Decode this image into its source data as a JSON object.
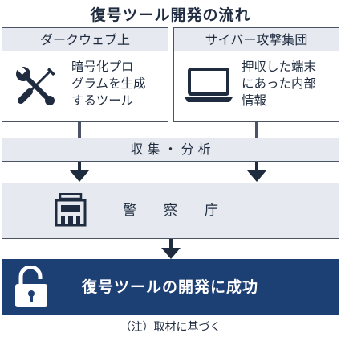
{
  "title": "復号ツール開発の流れ",
  "sources": {
    "left": {
      "label": "ダークウェブ上",
      "lines": [
        "暗号化プロ",
        "グラムを生成",
        "するツール"
      ],
      "icon": "wrench-screwdriver-icon"
    },
    "right": {
      "label": "サイバー攻撃集団",
      "lines": [
        "押収した端末",
        "にあった内部",
        "情報"
      ],
      "icon": "laptop-icon"
    }
  },
  "collect": {
    "label": "収 集 ・ 分 析"
  },
  "police": {
    "label": "警　　察　　庁",
    "icon": "building-icon"
  },
  "result": {
    "label": "復号ツールの開発に成功",
    "icon": "unlocked-padlock-icon"
  },
  "note": "（注）取材に基づく",
  "colors": {
    "navy": "#1c3f74",
    "band": "#e6e9ef",
    "line": "#4a5466"
  }
}
